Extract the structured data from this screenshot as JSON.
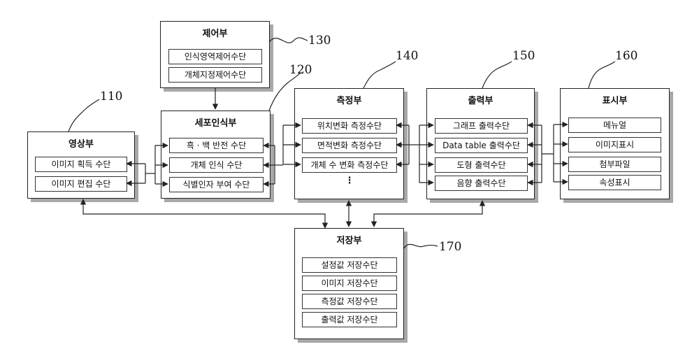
{
  "blocks": {
    "control": {
      "title": "제어부",
      "ref": "130",
      "items": [
        "인식영역제어수단",
        "개체지정제어수단"
      ]
    },
    "cell": {
      "title": "세포인식부",
      "ref": "120",
      "items": [
        "흑 · 백 반전 수단",
        "개체 인식 수단",
        "식별인자 부여 수단"
      ]
    },
    "image": {
      "title": "영상부",
      "ref": "110",
      "items": [
        "이미지 획득 수단",
        "이미지 편집 수단"
      ]
    },
    "measure": {
      "title": "측정부",
      "ref": "140",
      "items": [
        "위치변화 측정수단",
        "면적변화 측정수단",
        "개체 수 변화 측정수단"
      ],
      "more": "⋮"
    },
    "output": {
      "title": "출력부",
      "ref": "150",
      "items": [
        "그래프 출력수단",
        "Data table 출력수단",
        "도형 출력수단",
        "음향 출력수단"
      ]
    },
    "display": {
      "title": "표시부",
      "ref": "160",
      "items": [
        "메뉴얼",
        "이미지표시",
        "첨부파일",
        "속성표시"
      ]
    },
    "storage": {
      "title": "저장부",
      "ref": "170",
      "items": [
        "설정값 저장수단",
        "이미지 저장수단",
        "측정값 저장수단",
        "출력값 저장수단"
      ]
    }
  }
}
